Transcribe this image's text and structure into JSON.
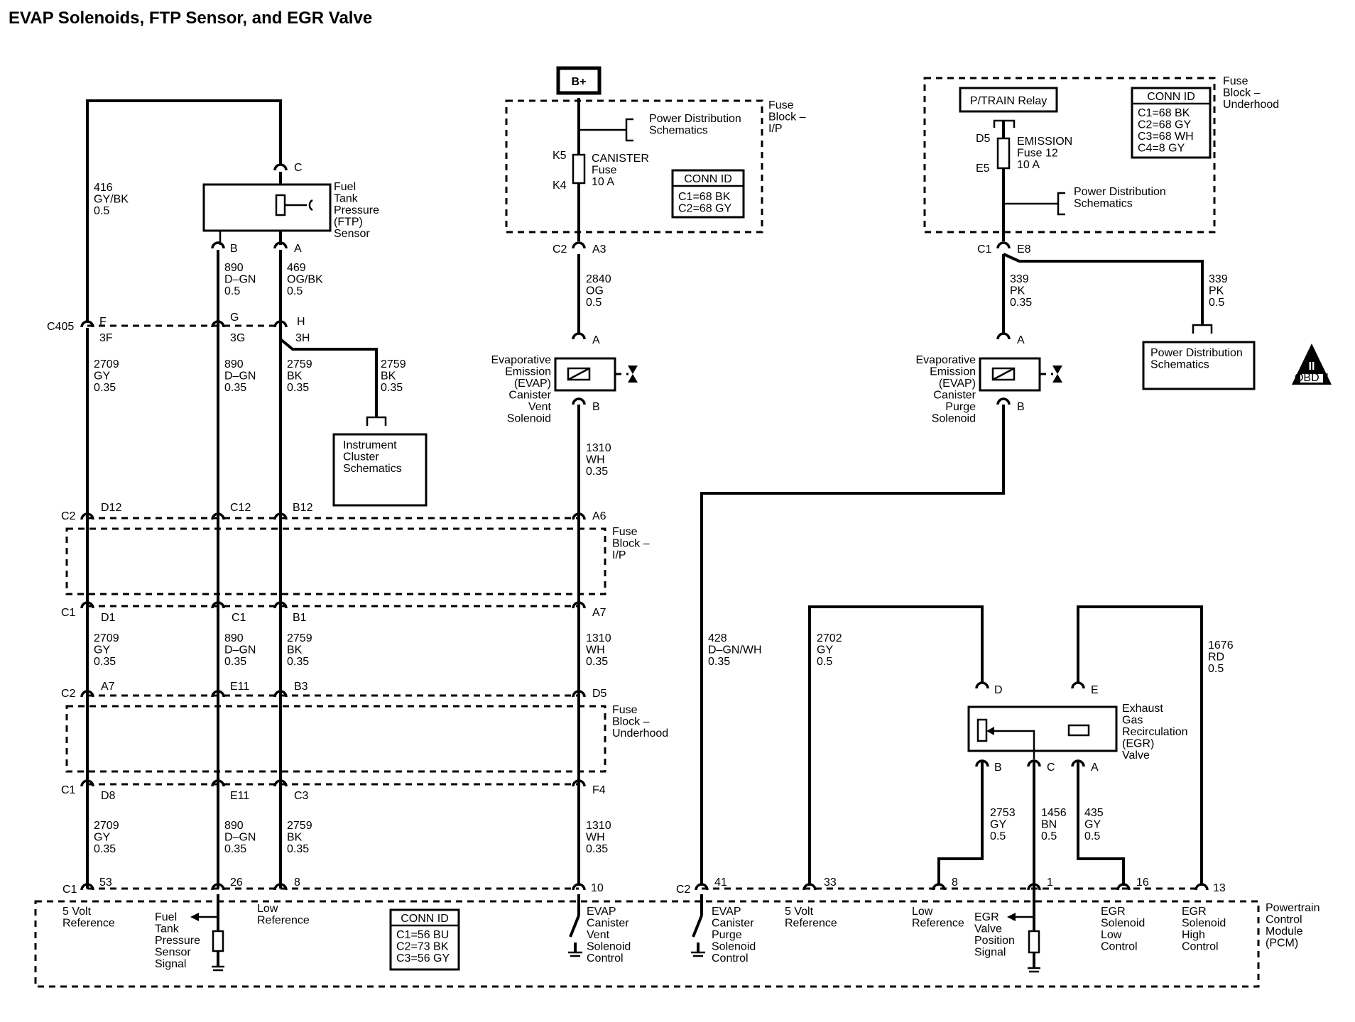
{
  "title": "EVAP Solenoids, FTP Sensor, and EGR Valve",
  "boxes": {
    "ftp_sensor": [
      "Fuel",
      "Tank",
      "Pressure",
      "(FTP)",
      "Sensor"
    ],
    "fuse_ip": [
      "Fuse",
      "Block –",
      "I/P"
    ],
    "fuse_underhood": [
      "Fuse",
      "Block –",
      "Underhood"
    ],
    "instrument_cluster": [
      "Instrument",
      "Cluster",
      "Schematics"
    ],
    "pwr_dist_top": [
      "Power Distribution",
      "Schematics"
    ],
    "pwr_dist_right": [
      "Power Distribution",
      "Schematics"
    ],
    "pwr_dist_box": [
      "Power Distribution",
      "Schematics"
    ],
    "ptrain_relay": "P/TRAIN Relay",
    "b_plus": "B+",
    "obd": "II",
    "obd_sub": "OBD II",
    "pcm": [
      "Powertrain",
      "Control",
      "Module",
      "(PCM)"
    ],
    "vent_solenoid": [
      "Evaporative",
      "Emission",
      "(EVAP)",
      "Canister",
      "Vent",
      "Solenoid"
    ],
    "purge_solenoid": [
      "Evaporative",
      "Emission",
      "(EVAP)",
      "Canister",
      "Purge",
      "Solenoid"
    ],
    "egr_valve": [
      "Exhaust",
      "Gas",
      "Recirculation",
      "(EGR)",
      "Valve"
    ]
  },
  "fuses": {
    "canister": [
      "CANISTER",
      "Fuse",
      "10 A"
    ],
    "emission": [
      "EMISSION",
      "Fuse 12",
      "10 A"
    ]
  },
  "conn_ids": {
    "ip": {
      "title": "CONN ID",
      "rows": [
        "C1=68 BK",
        "C2=68 GY"
      ]
    },
    "underhood": {
      "title": "CONN ID",
      "rows": [
        "C1=68 BK",
        "C2=68 GY",
        "C3=68 WH",
        "C4=8 GY"
      ]
    },
    "pcm": {
      "title": "CONN ID",
      "rows": [
        "C1=56 BU",
        "C2=73 BK",
        "C3=56 GY"
      ]
    }
  },
  "wires": {
    "w416": [
      "416",
      "GY/BK",
      "0.5"
    ],
    "w890a": [
      "890",
      "D–GN",
      "0.5"
    ],
    "w469": [
      "469",
      "OG/BK",
      "0.5"
    ],
    "w2709a": [
      "2709",
      "GY",
      "0.35"
    ],
    "w890b": [
      "890",
      "D–GN",
      "0.35"
    ],
    "w2759a": [
      "2759",
      "BK",
      "0.35"
    ],
    "w2759br": [
      "2759",
      "BK",
      "0.35"
    ],
    "w2840": [
      "2840",
      "OG",
      "0.5"
    ],
    "w1310a": [
      "1310",
      "WH",
      "0.35"
    ],
    "w2709b": [
      "2709",
      "GY",
      "0.35"
    ],
    "w890c": [
      "890",
      "D–GN",
      "0.35"
    ],
    "w2759b": [
      "2759",
      "BK",
      "0.35"
    ],
    "w1310b": [
      "1310",
      "WH",
      "0.35"
    ],
    "w2709c": [
      "2709",
      "GY",
      "0.35"
    ],
    "w890d": [
      "890",
      "D–GN",
      "0.35"
    ],
    "w2759c": [
      "2759",
      "BK",
      "0.35"
    ],
    "w1310c": [
      "1310",
      "WH",
      "0.35"
    ],
    "w339a": [
      "339",
      "PK",
      "0.35"
    ],
    "w339b": [
      "339",
      "PK",
      "0.5"
    ],
    "w428": [
      "428",
      "D–GN/WH",
      "0.35"
    ],
    "w2702": [
      "2702",
      "GY",
      "0.5"
    ],
    "w1676": [
      "1676",
      "RD",
      "0.5"
    ],
    "w2753": [
      "2753",
      "GY",
      "0.5"
    ],
    "w1456": [
      "1456",
      "BN",
      "0.5"
    ],
    "w435": [
      "435",
      "GY",
      "0.5"
    ]
  },
  "pins": {
    "ftp_c": "C",
    "ftp_b": "B",
    "ftp_a": "A",
    "c405": "C405",
    "f": "F",
    "g": "G",
    "h": "H",
    "p3f": "3F",
    "p3g": "3G",
    "p3h": "3H",
    "c2_a": "C2",
    "d12": "D12",
    "c12": "C12",
    "b12": "B12",
    "a6": "A6",
    "c1_a": "C1",
    "d1": "D1",
    "c1pin": "C1",
    "b1": "B1",
    "a7": "A7",
    "c2_b": "C2",
    "a7b": "A7",
    "e11a": "E11",
    "b3": "B3",
    "d5pin": "D5",
    "c1_b": "C1",
    "d8": "D8",
    "e11b": "E11",
    "c3": "C3",
    "f4": "F4",
    "c1_pcm": "C1",
    "p53": "53",
    "p26": "26",
    "p8a": "8",
    "p10": "10",
    "c2_pcm": "C2",
    "p41": "41",
    "p33": "33",
    "p8b": "8",
    "p1": "1",
    "p16": "16",
    "p13": "13",
    "k5": "K5",
    "k4": "K4",
    "c2_fuse": "C2",
    "a3": "A3",
    "vent_a": "A",
    "vent_b": "B",
    "d5": "D5",
    "e5": "E5",
    "c1_fuse": "C1",
    "e8": "E8",
    "purge_a": "A",
    "purge_b": "B",
    "egr_d": "D",
    "egr_e": "E",
    "egr_b": "B",
    "egr_c": "C",
    "egr_a": "A"
  },
  "pcm_labels": {
    "ref5v_a": [
      "5 Volt",
      "Reference"
    ],
    "ftp_signal": [
      "Fuel",
      "Tank",
      "Pressure",
      "Sensor",
      "Signal"
    ],
    "lowref_a": [
      "Low",
      "Reference"
    ],
    "vent_ctrl": [
      "EVAP",
      "Canister",
      "Vent",
      "Solenoid",
      "Control"
    ],
    "purge_ctrl": [
      "EVAP",
      "Canister",
      "Purge",
      "Solenoid",
      "Control"
    ],
    "ref5v_b": [
      "5 Volt",
      "Reference"
    ],
    "lowref_b": [
      "Low",
      "Reference"
    ],
    "egr_pos": [
      "EGR",
      "Valve",
      "Position",
      "Signal"
    ],
    "egr_low": [
      "EGR",
      "Solenoid",
      "Low",
      "Control"
    ],
    "egr_high": [
      "EGR",
      "Solenoid",
      "High",
      "Control"
    ]
  }
}
